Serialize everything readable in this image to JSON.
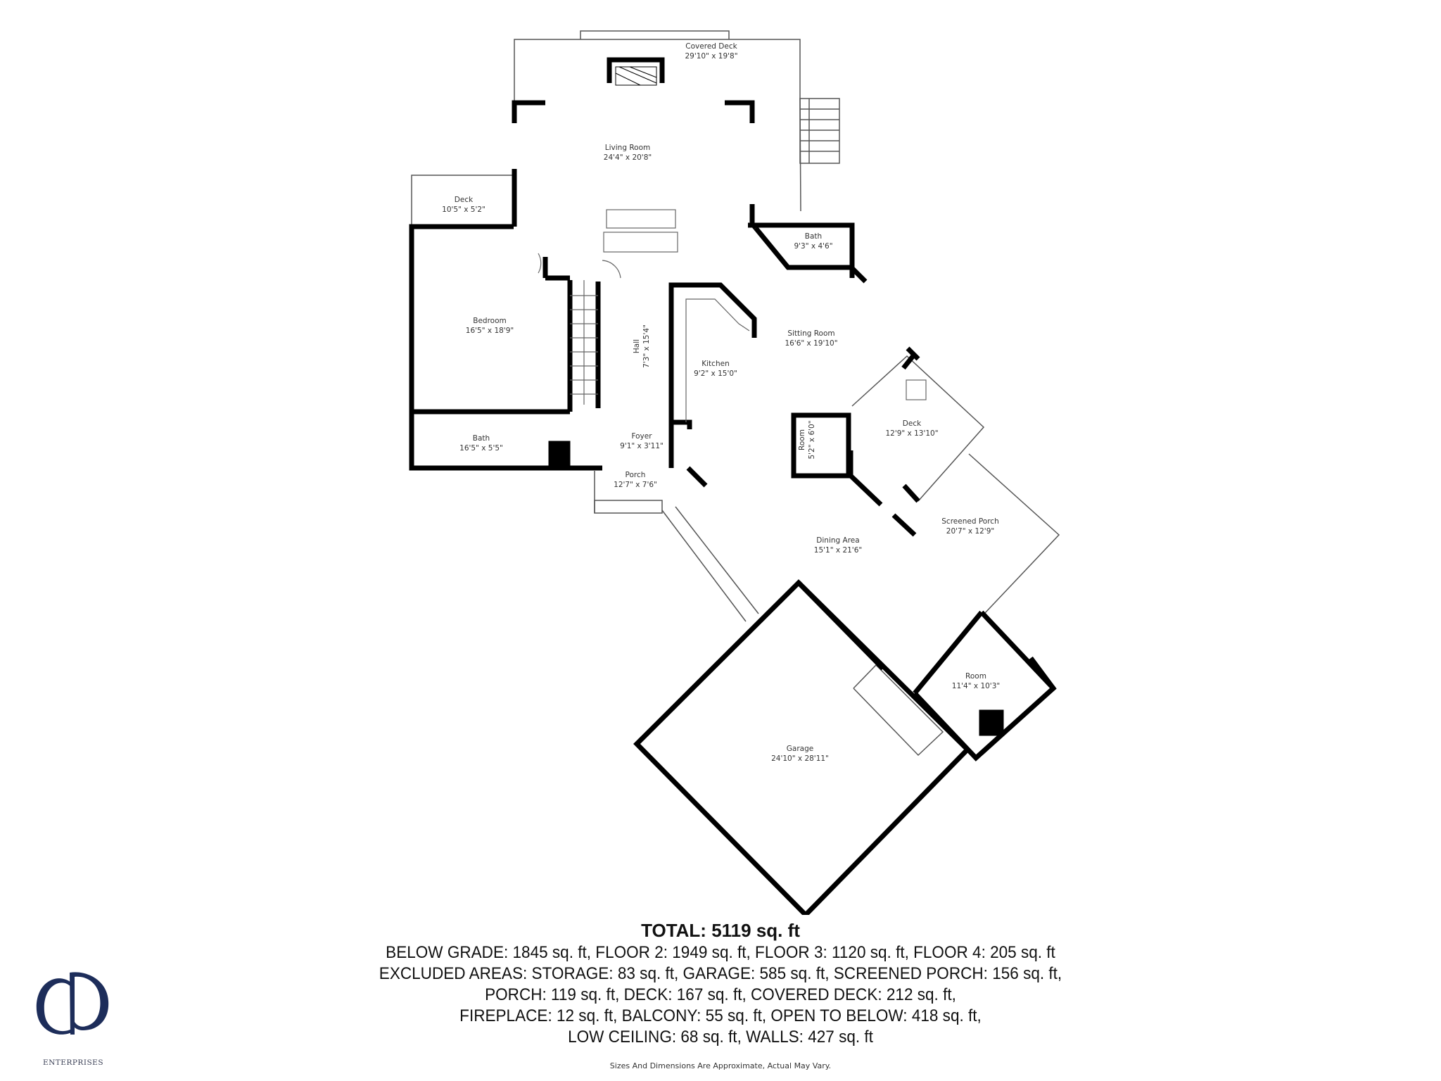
{
  "floorplan": {
    "rooms": [
      {
        "name": "Covered Deck",
        "dimensions": "29'10\" x 19'8\""
      },
      {
        "name": "Living Room",
        "dimensions": "24'4\" x 20'8\""
      },
      {
        "name": "Deck",
        "dimensions": "10'5\" x 5'2\""
      },
      {
        "name": "Bath",
        "dimensions": "9'3\" x 4'6\""
      },
      {
        "name": "Bedroom",
        "dimensions": "16'5\" x 18'9\""
      },
      {
        "name": "Sitting Room",
        "dimensions": "16'6\" x 19'10\""
      },
      {
        "name": "Hall",
        "dimensions": "7'3\" x 15'4\""
      },
      {
        "name": "Kitchen",
        "dimensions": "9'2\" x 15'0\""
      },
      {
        "name": "Deck",
        "dimensions": "12'9\" x 13'10\""
      },
      {
        "name": "Room",
        "dimensions": "5'2\" x 6'0\""
      },
      {
        "name": "Bath",
        "dimensions": "16'5\" x 5'5\""
      },
      {
        "name": "Foyer",
        "dimensions": "9'1\" x 3'11\""
      },
      {
        "name": "Porch",
        "dimensions": "12'7\" x 7'6\""
      },
      {
        "name": "Screened Porch",
        "dimensions": "20'7\" x 12'9\""
      },
      {
        "name": "Dining Area",
        "dimensions": "15'1\" x 21'6\""
      },
      {
        "name": "Room",
        "dimensions": "11'4\" x 10'3\""
      },
      {
        "name": "Garage",
        "dimensions": "24'10\" x 28'11\""
      }
    ]
  },
  "summary": {
    "total": "TOTAL: 5119 sq. ft",
    "lines": [
      "BELOW GRADE: 1845 sq. ft, FLOOR 2: 1949 sq. ft, FLOOR 3: 1120 sq. ft, FLOOR 4: 205 sq. ft",
      "EXCLUDED AREAS: STORAGE: 83 sq. ft, GARAGE: 585 sq. ft, SCREENED PORCH: 156 sq. ft,",
      "PORCH: 119 sq. ft, DECK: 167 sq. ft, COVERED DECK: 212 sq. ft,",
      "FIREPLACE: 12 sq. ft, BALCONY: 55 sq. ft, OPEN TO BELOW: 418 sq. ft,",
      "LOW CEILING: 68 sq. ft, WALLS: 427 sq. ft"
    ]
  },
  "disclaimer": "Sizes And Dimensions Are Approximate, Actual May Vary.",
  "logo": {
    "brand": "ENTERPRISES",
    "color": "#1d2d5a"
  },
  "colors": {
    "wall": "#000000",
    "thin_line": "#555555",
    "background": "#ffffff"
  }
}
